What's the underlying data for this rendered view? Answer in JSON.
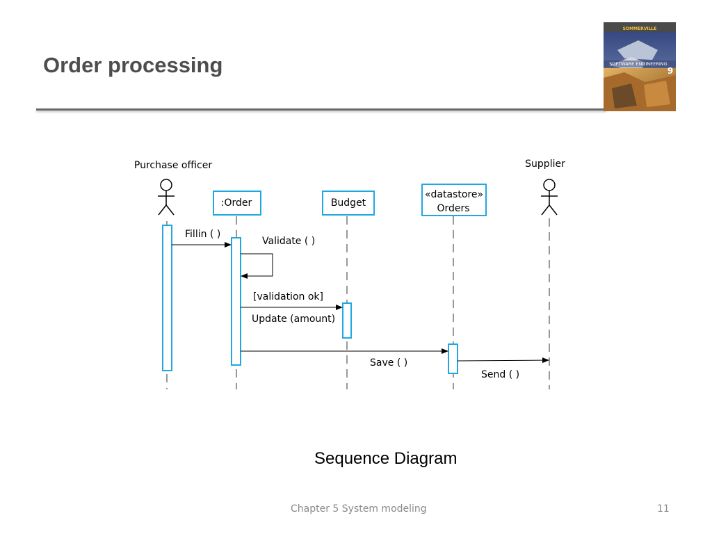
{
  "slide": {
    "title": "Order processing",
    "caption": "Sequence Diagram",
    "footer": {
      "chapter": "Chapter 5 System modeling",
      "page_number": "11"
    }
  },
  "book_cover": {
    "author": "SOMMERVILLE",
    "title": "SOFTWARE ENGINEERING",
    "edition": "9"
  },
  "diagram": {
    "lifelines": {
      "purchase_officer": "Purchase officer",
      "order": ":Order",
      "budget": "Budget",
      "orders_stereotype": "«datastore»",
      "orders": "Orders",
      "supplier": "Supplier"
    },
    "messages": {
      "fillin": "Fillin ( )",
      "validate": "Validate ( )",
      "guard": "[validation ok]",
      "update": "Update (amount)",
      "save": "Save ( )",
      "send": "Send ( )"
    }
  },
  "colors": {
    "lifeline_box": "#1fa8e0",
    "title": "#4d4d4d",
    "footer": "#8a8a8a"
  }
}
